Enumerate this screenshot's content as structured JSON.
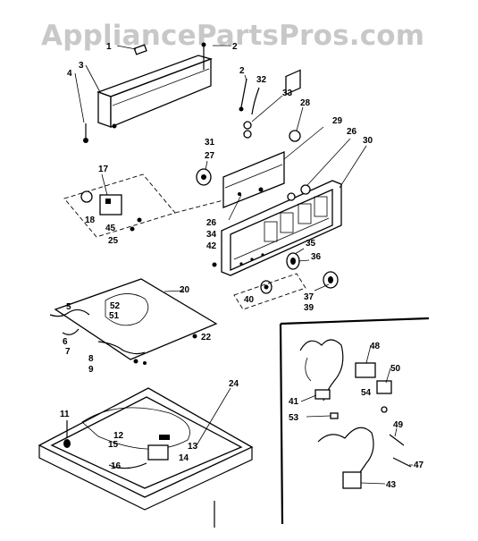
{
  "watermark": "AppliancePartsPros.com",
  "callouts": [
    {
      "id": "1",
      "text": "1"
    },
    {
      "id": "2a",
      "text": "2"
    },
    {
      "id": "3",
      "text": "3"
    },
    {
      "id": "4",
      "text": "4"
    },
    {
      "id": "2b",
      "text": "2"
    },
    {
      "id": "32",
      "text": "32"
    },
    {
      "id": "33",
      "text": "33"
    },
    {
      "id": "28",
      "text": "28"
    },
    {
      "id": "29",
      "text": "29"
    },
    {
      "id": "26a",
      "text": "26"
    },
    {
      "id": "30",
      "text": "30"
    },
    {
      "id": "31",
      "text": "31"
    },
    {
      "id": "27",
      "text": "27"
    },
    {
      "id": "17",
      "text": "17"
    },
    {
      "id": "18",
      "text": "18"
    },
    {
      "id": "45",
      "text": "45"
    },
    {
      "id": "25",
      "text": "25"
    },
    {
      "id": "26b",
      "text": "26"
    },
    {
      "id": "34",
      "text": "34"
    },
    {
      "id": "42",
      "text": "42"
    },
    {
      "id": "35",
      "text": "35"
    },
    {
      "id": "36",
      "text": "36"
    },
    {
      "id": "20",
      "text": "20"
    },
    {
      "id": "5",
      "text": "5"
    },
    {
      "id": "52",
      "text": "52"
    },
    {
      "id": "51",
      "text": "51"
    },
    {
      "id": "6",
      "text": "6"
    },
    {
      "id": "7",
      "text": "7"
    },
    {
      "id": "22",
      "text": "22"
    },
    {
      "id": "8",
      "text": "8"
    },
    {
      "id": "9",
      "text": "9"
    },
    {
      "id": "40",
      "text": "40"
    },
    {
      "id": "37",
      "text": "37"
    },
    {
      "id": "39",
      "text": "39"
    },
    {
      "id": "24",
      "text": "24"
    },
    {
      "id": "48",
      "text": "48"
    },
    {
      "id": "50",
      "text": "50"
    },
    {
      "id": "41",
      "text": "41"
    },
    {
      "id": "54",
      "text": "54"
    },
    {
      "id": "53",
      "text": "53"
    },
    {
      "id": "11",
      "text": "11"
    },
    {
      "id": "12",
      "text": "12"
    },
    {
      "id": "15",
      "text": "15"
    },
    {
      "id": "13",
      "text": "13"
    },
    {
      "id": "14",
      "text": "14"
    },
    {
      "id": "16",
      "text": "16"
    },
    {
      "id": "49",
      "text": "49"
    },
    {
      "id": "47",
      "text": "47"
    },
    {
      "id": "43",
      "text": "43"
    }
  ]
}
